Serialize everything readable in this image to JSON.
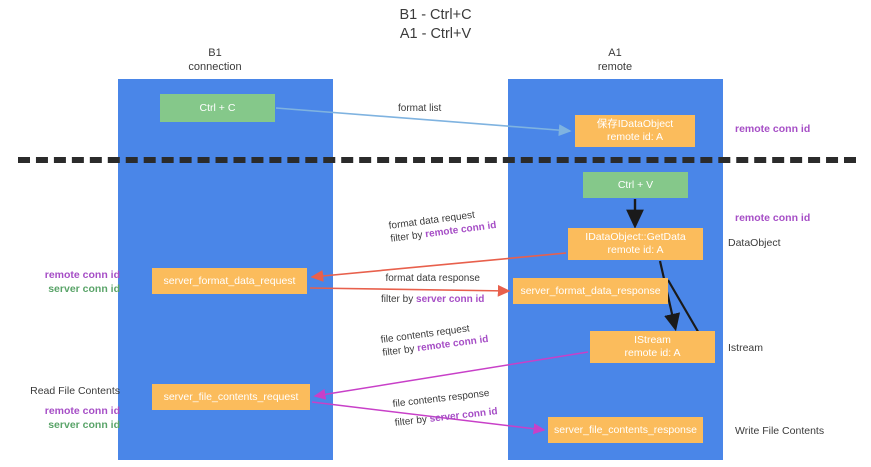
{
  "title": {
    "line1": "B1 - Ctrl+C",
    "line2": "A1 - Ctrl+V"
  },
  "columns": [
    {
      "name": "B1",
      "role": "connection"
    },
    {
      "name": "A1",
      "role": "remote"
    }
  ],
  "colors": {
    "lane": "#4a86e8",
    "green_node": "#85c88a",
    "orange_node": "#fbbc5c",
    "purple_text": "#a64ec6",
    "green_text": "#5aa469",
    "red_arrow": "#e8604c",
    "magenta_arrow": "#c840c8",
    "blue_arrow": "#7fb3e0",
    "black_arrow": "#1a1a1a",
    "divider": "#2b2b2b"
  },
  "nodes": {
    "ctrl_c": {
      "line1": "Ctrl + C"
    },
    "data_object": {
      "line1": "保存IDataObject",
      "line2": "remote id: A"
    },
    "ctrl_v": {
      "line1": "Ctrl + V"
    },
    "get_data": {
      "line1": "IDataObject::GetData",
      "line2": "remote id: A"
    },
    "server_format_data_request": {
      "line1": "server_format_data_request"
    },
    "server_format_data_response": {
      "line1": "server_format_data_response"
    },
    "istream": {
      "line1": "IStream",
      "line2": "remote id: A"
    },
    "server_file_contents_request": {
      "line1": "server_file_contents_request"
    },
    "server_file_contents_response": {
      "line1": "server_file_contents_response"
    }
  },
  "edge_labels": {
    "format_list": "format list",
    "format_data_request": "format data request",
    "format_data_request_filter_prefix": "filter by ",
    "format_data_request_filter_key": "remote conn id",
    "format_data_response": "format data response",
    "format_data_response_filter_prefix": "filter by ",
    "format_data_response_filter_key": "server conn id",
    "file_contents_request": "file contents request",
    "file_contents_request_filter_prefix": "filter by ",
    "file_contents_request_filter_key": "remote conn id",
    "file_contents_response": "file contents response",
    "file_contents_response_filter_prefix": "filter by ",
    "file_contents_response_filter_key": "server conn id"
  },
  "annotations": {
    "right_remote_conn_id_top": "remote conn id",
    "right_remote_conn_id_mid": "remote conn id",
    "right_dataobject": "DataObject",
    "right_istream": "Istream",
    "right_write_file_contents": "Write File Contents",
    "left_read_file_contents": "Read File Contents",
    "left_remote_conn_id_1": "remote conn id",
    "left_server_conn_id_1": "server conn id",
    "left_remote_conn_id_2": "remote conn id",
    "left_server_conn_id_2": "server conn id"
  }
}
